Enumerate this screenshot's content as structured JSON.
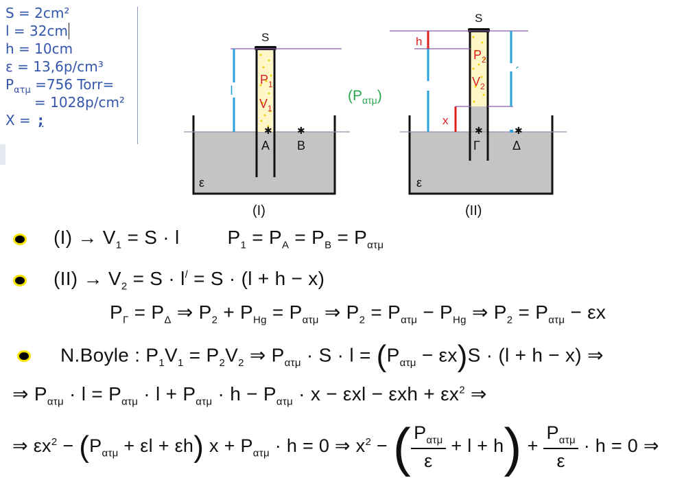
{
  "given": {
    "s": "S = 2cm²",
    "l": "l = 32cm",
    "h": "h = 10cm",
    "eps": "ε = 13,6p/cm³",
    "patm_prefix": "P",
    "patm_sub": "ατμ",
    "patm_value": " =756 Torr=",
    "patm_line2": "= 1028p/cm²",
    "x_label": "X = ",
    "x_value": ";"
  },
  "figure": {
    "S_left": "S",
    "S_right": "S",
    "P1": "P",
    "P1_sub": "1",
    "V1": "V",
    "V1_sub": "1",
    "P2": "P",
    "P2_sub": "2",
    "V2": "V",
    "V2_sub": "2",
    "A": "A",
    "B": "B",
    "G": "Γ",
    "D": "Δ",
    "eps_left": "ε",
    "eps_right": "ε",
    "l_left": "l",
    "l_right": "l´",
    "h_label": "h",
    "x_label": "x",
    "patm_label": "(P",
    "patm_label_sub": "ατμ",
    "patm_label_close": ")",
    "caption_I": "(I)",
    "caption_II": "(II)"
  },
  "equations": {
    "line1_a": "(I) → V",
    "line1_a_sub": "1",
    "line1_b": " = S · l",
    "line1_c": "P",
    "line1_c_sub1": "1",
    "line1_c_mid1": " = P",
    "line1_c_subA": "A",
    "line1_c_mid2": " = P",
    "line1_c_subB": "B",
    "line1_c_mid3": " = P",
    "line1_c_subatm": "ατμ",
    "line2_a": "(II) → V",
    "line2_a_sub": "2",
    "line2_b": " = S · l",
    "line2_b_sup": "/",
    "line2_c": " = S · (l + h − x)",
    "line3": "P",
    "line3_sub1": "Γ",
    "line3_m1": " = P",
    "line3_sub2": "Δ",
    "line3_m2": " ⇒ P",
    "line3_sub3": "2",
    "line3_m3": " + P",
    "line3_sub4": "Hg",
    "line3_m4": " = P",
    "line3_sub5": "ατμ",
    "line3_m5": " ⇒ P",
    "line3_sub6": "2",
    "line3_m6": " = P",
    "line3_sub7": "ατμ",
    "line3_m7": " − P",
    "line3_sub8": "Hg",
    "line3_m8": " ⇒ P",
    "line3_sub9": "2",
    "line3_m9": " = P",
    "line3_sub10": "ατμ",
    "line3_m10": " − εx",
    "line4_a": "N.Boyle : P",
    "line4_s1": "1",
    "line4_b": "V",
    "line4_s2": "1",
    "line4_c": " = P",
    "line4_s3": "2",
    "line4_d": "V",
    "line4_s4": "2",
    "line4_e": " ⇒ P",
    "line4_s5": "ατμ",
    "line4_f": " · S · l = ",
    "line4_g": "(",
    "line4_h": "P",
    "line4_s6": "ατμ",
    "line4_i": " − εx",
    "line4_j": ")",
    "line4_k": "S · (l + h − x) ⇒",
    "line5_a": "⇒ P",
    "line5_s1": "ατμ",
    "line5_b": " · l = P",
    "line5_s2": "ατμ",
    "line5_c": " · l + P",
    "line5_s3": "ατμ",
    "line5_d": " · h − P",
    "line5_s4": "ατμ",
    "line5_e": " · x − εxl − εxh + εx",
    "line5_sup": "2",
    "line5_f": " ⇒",
    "line6_a": "⇒ εx",
    "line6_sup1": "2",
    "line6_b": " − ",
    "line6_p1": "(",
    "line6_c": "P",
    "line6_s1": "ατμ",
    "line6_d": " + εl + εh",
    "line6_p2": ")",
    "line6_e": " x + P",
    "line6_s2": "ατμ",
    "line6_f": " · h = 0 ⇒ x",
    "line6_sup2": "2",
    "line6_g": " − ",
    "line6_p3": "(",
    "line6_fr1_num": "P",
    "line6_fr1_num_sub": "ατμ",
    "line6_fr1_den": "ε",
    "line6_h": " + l + h",
    "line6_p4": ")",
    "line6_i": " + ",
    "line6_fr2_num": "P",
    "line6_fr2_num_sub": "ατμ",
    "line6_fr2_den": "ε",
    "line6_j": " · h = 0 ⇒"
  }
}
